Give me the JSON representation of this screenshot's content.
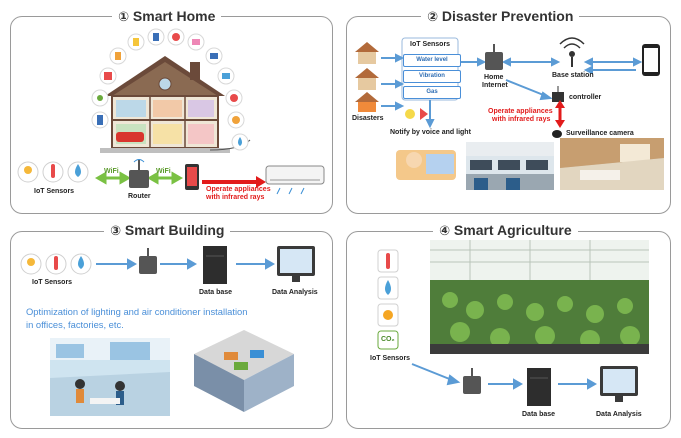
{
  "panels": {
    "p1": {
      "num": "①",
      "title": "Smart Home"
    },
    "p2": {
      "num": "②",
      "title": "Disaster Prevention"
    },
    "p3": {
      "num": "③",
      "title": "Smart Building"
    },
    "p4": {
      "num": "④",
      "title": "Smart Agriculture"
    }
  },
  "home": {
    "iot_sensors": "IoT Sensors",
    "wifi_left": "WiFi",
    "wifi_right": "WiFi",
    "router": "Router",
    "operate": "Operate appliances",
    "operate2": "with infrared rays"
  },
  "disaster": {
    "iot_sensors": "IoT Sensors",
    "water_level": "Water level",
    "vibration": "Vibration",
    "gas": "Gas",
    "disasters": "Disasters",
    "home_internet": "Home",
    "home_internet2": "Internet",
    "base_station": "Base station",
    "controller": "controller",
    "notify": "Notify by voice and light",
    "operate": "Operate appliances",
    "operate2": "with infrared rays",
    "surveillance": "Surveillance camera"
  },
  "building": {
    "iot_sensors": "IoT Sensors",
    "database": "Data base",
    "data_analysis": "Data Analysis",
    "desc_line1": "Optimization of lighting and air conditioner installation",
    "desc_line2": "in offices, factories, etc."
  },
  "agri": {
    "co2": "CO₂",
    "iot_sensors": "IoT Sensors",
    "database": "Data base",
    "data_analysis": "Data Analysis"
  },
  "colors": {
    "arrow_blue": "#5b9bd5",
    "arrow_green": "#7ac143",
    "arrow_red": "#e21b1b",
    "panel_border": "#9a9a9a"
  }
}
